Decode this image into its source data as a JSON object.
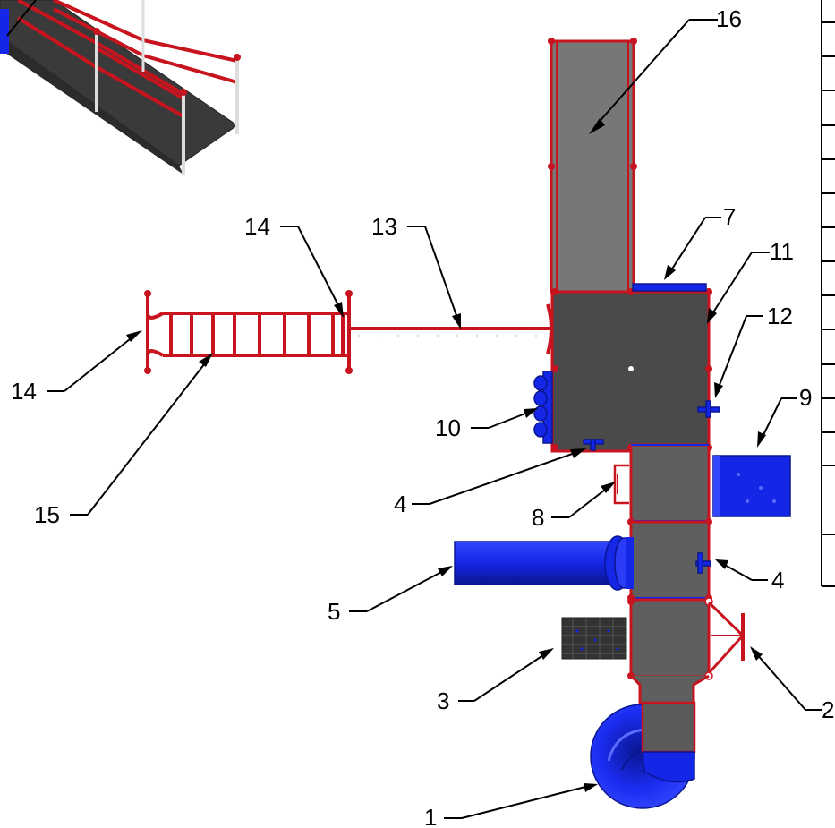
{
  "diagram": {
    "callouts": [
      {
        "id": "c1",
        "label": "1"
      },
      {
        "id": "c2",
        "label": "2"
      },
      {
        "id": "c3",
        "label": "3"
      },
      {
        "id": "c4a",
        "label": "4"
      },
      {
        "id": "c4b",
        "label": "4"
      },
      {
        "id": "c5",
        "label": "5"
      },
      {
        "id": "c7",
        "label": "7"
      },
      {
        "id": "c8",
        "label": "8"
      },
      {
        "id": "c9",
        "label": "9"
      },
      {
        "id": "c10",
        "label": "10"
      },
      {
        "id": "c11",
        "label": "11"
      },
      {
        "id": "c12",
        "label": "12"
      },
      {
        "id": "c13",
        "label": "13"
      },
      {
        "id": "c14a",
        "label": "14"
      },
      {
        "id": "c14b",
        "label": "14"
      },
      {
        "id": "c15",
        "label": "15"
      },
      {
        "id": "c16",
        "label": "16"
      }
    ],
    "colors": {
      "deck": "#5f5f5f",
      "rail": "#c8141e",
      "component": "#1426e6"
    }
  }
}
